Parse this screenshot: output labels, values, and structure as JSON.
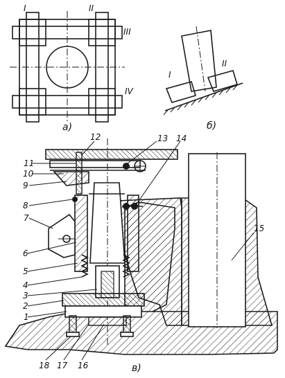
{
  "figure_a": {
    "caption": "а)",
    "zones": [
      "I",
      "II",
      "III",
      "IV"
    ]
  },
  "figure_b": {
    "caption": "б)",
    "zones": [
      "I",
      "II"
    ]
  },
  "figure_v": {
    "caption": "в)",
    "parts": [
      "1",
      "2",
      "3",
      "4",
      "5",
      "6",
      "7",
      "8",
      "9",
      "10",
      "11",
      "12",
      "13",
      "14",
      "15",
      "16",
      "17",
      "18"
    ]
  }
}
